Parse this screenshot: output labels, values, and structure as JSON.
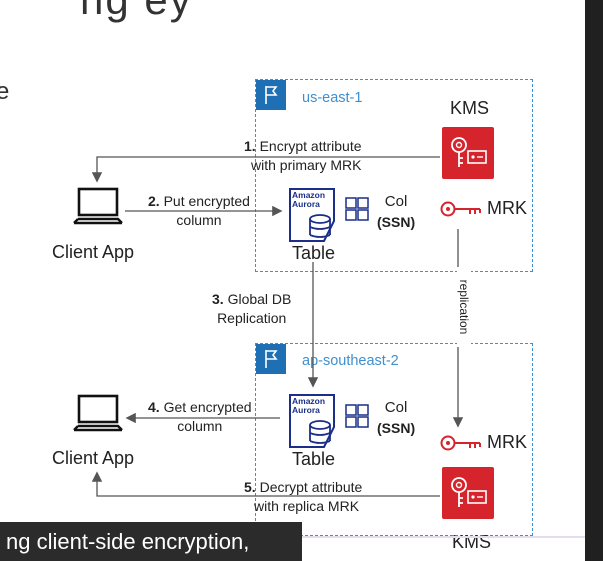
{
  "header": {
    "partial_title": "ng ey"
  },
  "left_fragment": "e",
  "regions": [
    {
      "label": "us-east-1"
    },
    {
      "label": "ap-southeast-2"
    }
  ],
  "kms": {
    "top_label": "KMS",
    "bottom_label": "KMS"
  },
  "mrk": {
    "top_label": "MRK",
    "bottom_label": "MRK"
  },
  "client": {
    "top_label": "Client App",
    "bottom_label": "Client App"
  },
  "table": {
    "top_label": "Table",
    "bottom_label": "Table"
  },
  "aurora": {
    "line1": "Amazon",
    "line2": "Aurora"
  },
  "column": {
    "top_line1": "Col",
    "top_line2": "(SSN)",
    "bottom_line1": "Col",
    "bottom_line2": "(SSN)"
  },
  "steps": {
    "s1_num": "1.",
    "s1_line1": " Encrypt attribute",
    "s1_line2": "with primary MRK",
    "s2_num": "2.",
    "s2_line1": " Put encrypted",
    "s2_line2": "column",
    "s3_num": "3.",
    "s3_line1": " Global DB",
    "s3_line2": "Replication",
    "s4_num": "4.",
    "s4_line1": " Get encrypted",
    "s4_line2": "column",
    "s5_num": "5.",
    "s5_line1": " Decrypt attribute",
    "s5_line2": "with replica MRK"
  },
  "replication_label": "replication",
  "caption": "ng client-side encryption,",
  "colors": {
    "region": "#3f8fcf",
    "flag": "#1f6fb5",
    "kms": "#d6242d",
    "aurora": "#1a2e8a",
    "arrow": "#555555",
    "caption_bg": "#2b2b2b"
  }
}
